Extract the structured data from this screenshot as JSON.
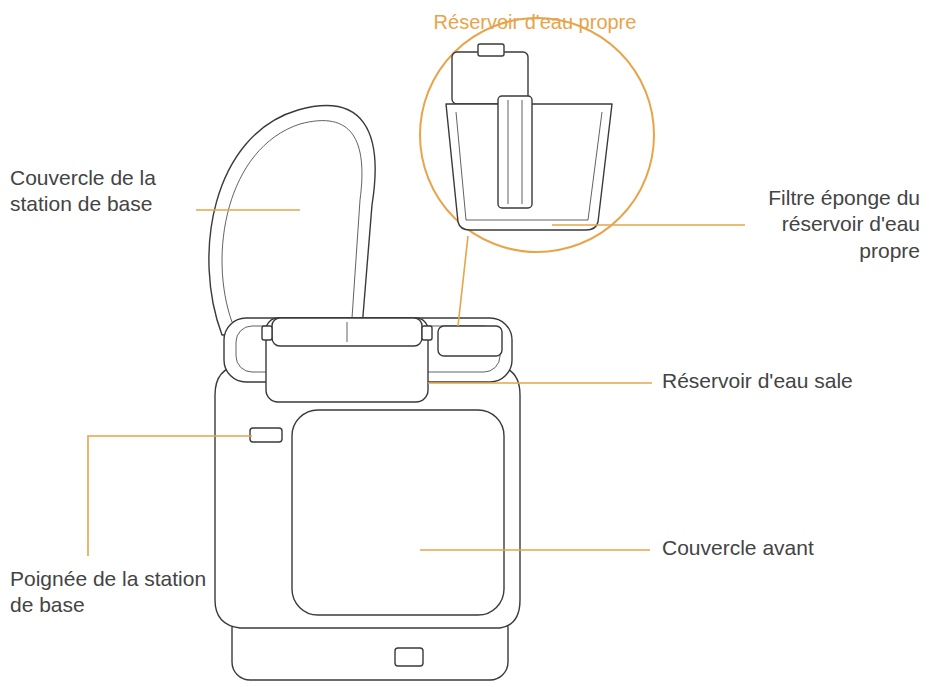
{
  "diagram": {
    "labels": [
      "Réservoir d'eau propre",
      "Couvercle de la station de base",
      "Filtre éponge du réservoir d'eau propre",
      "Réservoir d'eau sale",
      "Poignée de la station de base",
      "Couvercle avant"
    ]
  }
}
